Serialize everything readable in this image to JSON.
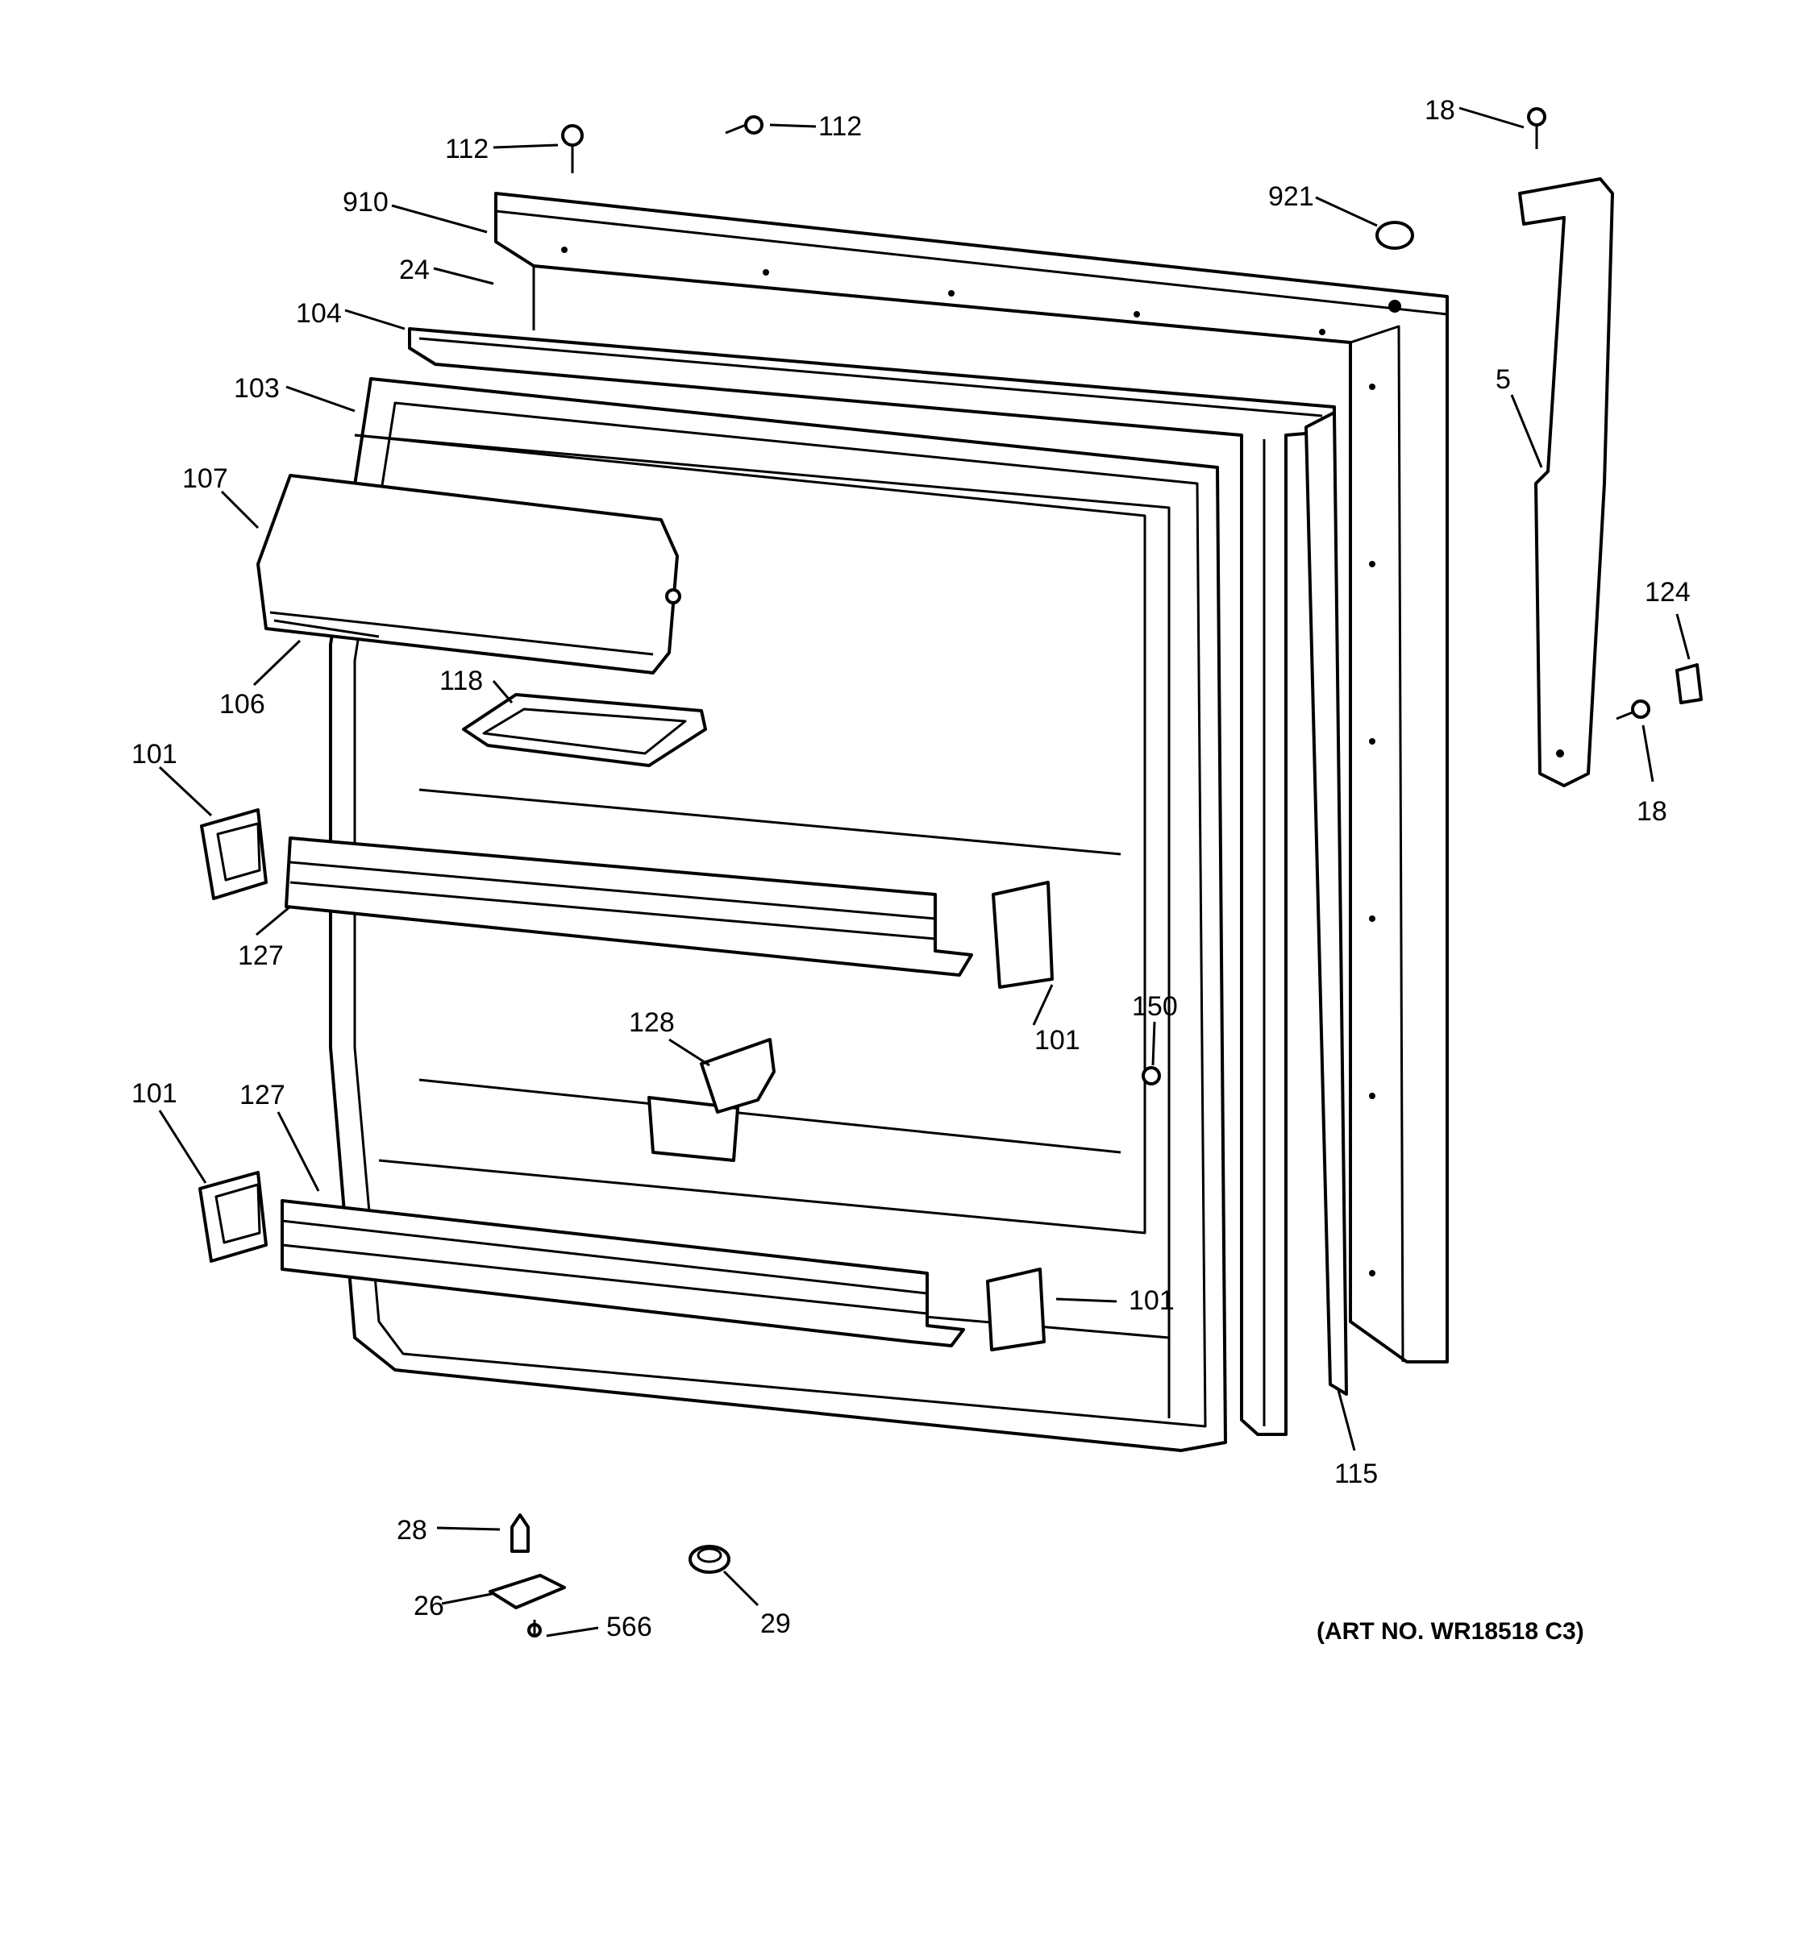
{
  "callouts": {
    "c112a": "112",
    "c112b": "112",
    "c18a": "18",
    "c910": "910",
    "c921": "921",
    "c24": "24",
    "c104": "104",
    "c103": "103",
    "c5": "5",
    "c107": "107",
    "c124": "124",
    "c106": "106",
    "c118": "118",
    "c18b": "18",
    "c101a": "101",
    "c127a": "127",
    "c150": "150",
    "c128": "128",
    "c101b": "101",
    "c101c": "101",
    "c127b": "127",
    "c101d": "101",
    "c115": "115",
    "c28": "28",
    "c26": "26",
    "c29": "29",
    "c566": "566"
  },
  "art_number": "(ART NO. WR18518 C3)"
}
